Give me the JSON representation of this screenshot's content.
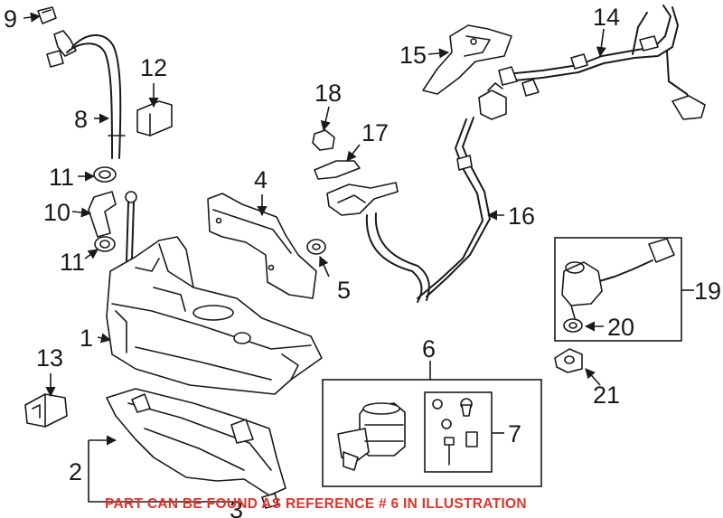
{
  "callouts": {
    "c1": "1",
    "c2": "2",
    "c3": "3",
    "c4": "4",
    "c5": "5",
    "c6": "6",
    "c7": "7",
    "c8": "8",
    "c9": "9",
    "c10": "10",
    "c11a": "11",
    "c11b": "11",
    "c12": "12",
    "c13": "13",
    "c14": "14",
    "c15": "15",
    "c16": "16",
    "c17": "17",
    "c18": "18",
    "c19": "19",
    "c20": "20",
    "c21": "21"
  },
  "notice": "PART CAN BE FOUND AS REFERENCE # 6 IN ILLUSTRATION",
  "colors": {
    "notice": "#e0342b",
    "ink": "#1a1a1a"
  }
}
